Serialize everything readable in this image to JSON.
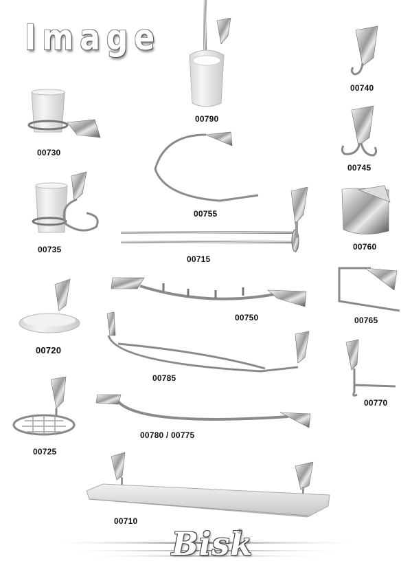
{
  "header": {
    "title": "Image"
  },
  "brand": {
    "logo_text": "Bisk"
  },
  "products": [
    {
      "code": "00790",
      "item": "toilet-brush-holder"
    },
    {
      "code": "00740",
      "item": "single-robe-hook"
    },
    {
      "code": "00730",
      "item": "glass-tumbler-holder"
    },
    {
      "code": "00745",
      "item": "double-robe-hook"
    },
    {
      "code": "00755",
      "item": "towel-ring-open"
    },
    {
      "code": "00735",
      "item": "tumbler-holder-with-ring"
    },
    {
      "code": "00760",
      "item": "toilet-paper-holder-with-cover"
    },
    {
      "code": "00715",
      "item": "swivel-towel-rail"
    },
    {
      "code": "00750",
      "item": "hook-rail"
    },
    {
      "code": "00765",
      "item": "towel-ring-square"
    },
    {
      "code": "00720",
      "item": "soap-dish"
    },
    {
      "code": "00785",
      "item": "towel-bar-double"
    },
    {
      "code": "00770",
      "item": "toilet-paper-holder"
    },
    {
      "code": "00780 / 00775",
      "item": "towel-bar"
    },
    {
      "code": "00725",
      "item": "soap-basket"
    },
    {
      "code": "00710",
      "item": "glass-shelf"
    }
  ],
  "colors": {
    "chrome_light": "#f2f2f2",
    "chrome_dark": "#6e6e6e",
    "glass": "#e4e6e6",
    "text": "#111111"
  }
}
